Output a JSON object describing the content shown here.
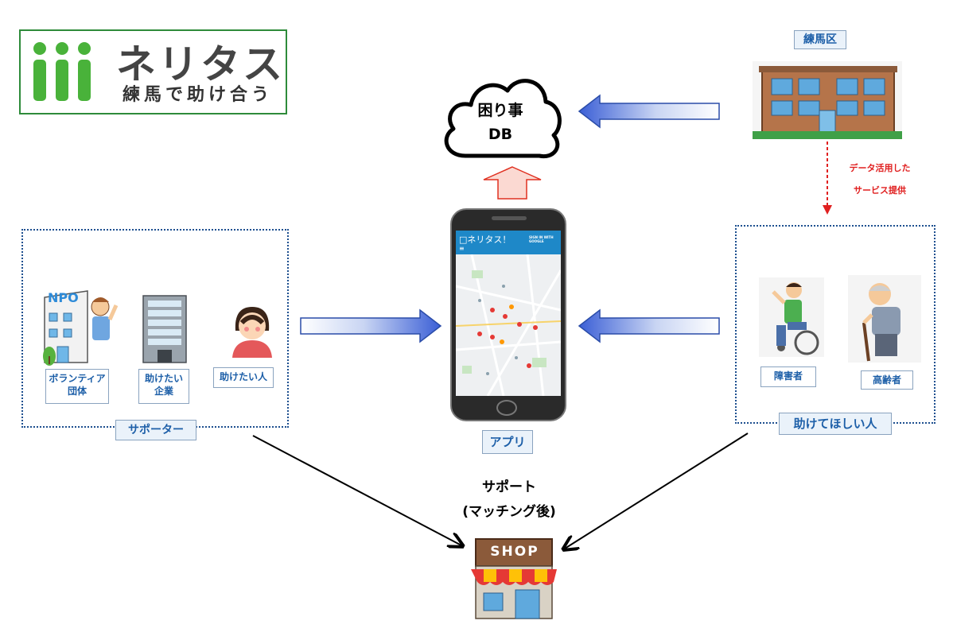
{
  "logo": {
    "title": "ネリタス",
    "subtitle": "練馬で助け合う"
  },
  "cloud": {
    "line1": "困り事",
    "line2": "DB"
  },
  "ward": {
    "label": "練馬区"
  },
  "data_service": {
    "line1": "データ活用した",
    "line2": "サービス提供"
  },
  "supporters": {
    "group_label": "サポーター",
    "volunteer": {
      "line1": "ボランティア",
      "line2": "団体"
    },
    "company": {
      "line1": "助けたい",
      "line2": "企業"
    },
    "person": {
      "label": "助けたい人"
    }
  },
  "app": {
    "label": "アプリ",
    "screen_title": "□ネリタス！",
    "signin": "SIGN IN WITH GOOGLE"
  },
  "needers": {
    "group_label": "助けてほしい人",
    "disabled": {
      "label": "障害者"
    },
    "elderly": {
      "label": "高齢者"
    }
  },
  "support": {
    "line1": "サポート",
    "line2": "(マッチング後)"
  },
  "shop": {
    "sign": "SHOP"
  },
  "colors": {
    "blue_text": "#1d5fa8",
    "logo_green": "#2e8b3a",
    "note_red": "#e02020"
  }
}
